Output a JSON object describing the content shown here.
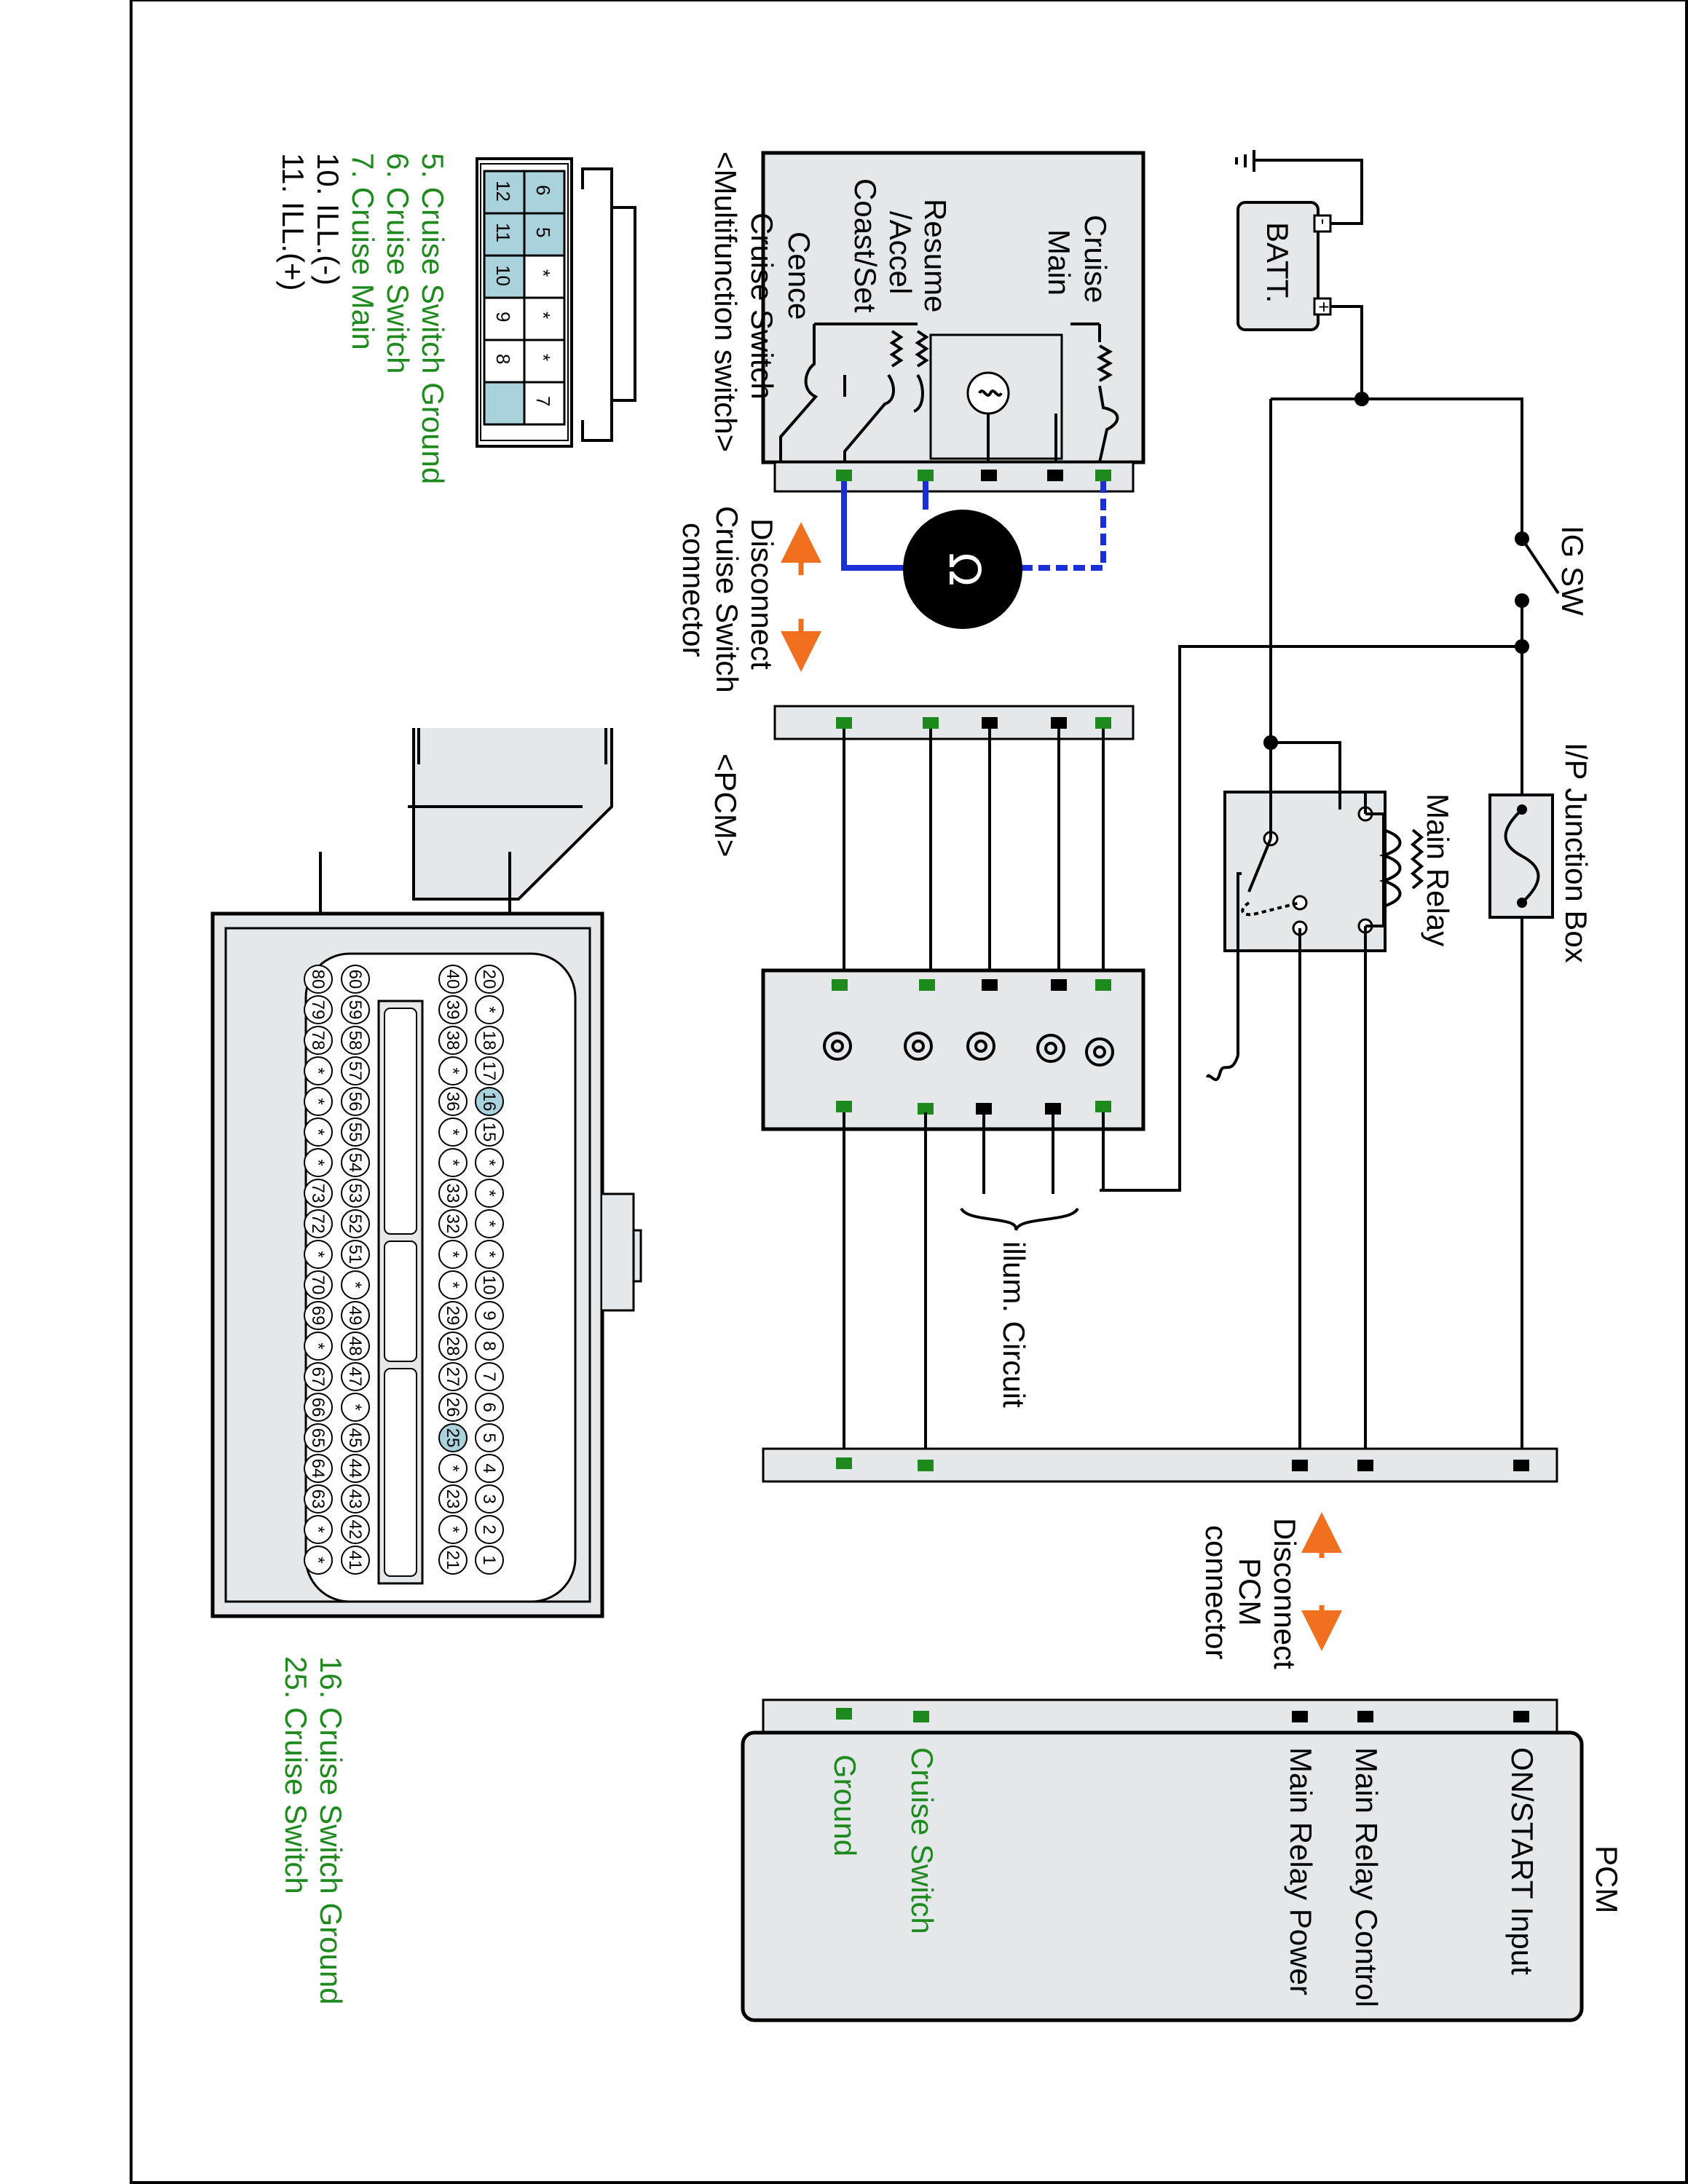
{
  "labels": {
    "batt": "BATT.",
    "batt_minus": "-",
    "batt_plus": "+",
    "ig_sw": "IG SW",
    "ip_junction_box": "I/P Junction Box",
    "main_relay": "Main Relay",
    "illum_circuit": "illum. Circuit",
    "disconnect_cruise": [
      "Disconnect",
      "Cruise Switch",
      "connector"
    ],
    "disconnect_pcm": [
      "Disconnect",
      "PCM",
      "connector"
    ],
    "cruise_switch": "Cruise Switch",
    "multifunction_switch": "<Multifunction switch>",
    "pcm_connector": "<PCM>",
    "pcm_block": "PCM",
    "sw_main": [
      "Cruise",
      "Main"
    ],
    "sw_resume": [
      "Resume",
      "/Accel",
      "Coast/Set"
    ],
    "sw_cence": "Cence"
  },
  "pcm_pins": [
    {
      "label": "ON/START Input",
      "color": "black"
    },
    {
      "label": "Main Relay Control",
      "color": "black"
    },
    {
      "label": "Main Relay Power",
      "color": "black"
    },
    {
      "label": "Cruise Switch",
      "color": "green"
    },
    {
      "label": "Ground",
      "color": "green"
    }
  ],
  "multifunction_legend": [
    {
      "text": "5. Cruise Switch Ground",
      "color": "green"
    },
    {
      "text": "6. Cruise Switch",
      "color": "green"
    },
    {
      "text": "7. Cruise Main",
      "color": "green"
    },
    {
      "text": "10. ILL.(-)",
      "color": "black"
    },
    {
      "text": "11. ILL.(+)",
      "color": "black"
    }
  ],
  "multifunction_grid": {
    "row1": [
      "6",
      "5",
      "*",
      "*",
      "*",
      "7"
    ],
    "row2": [
      "12",
      "11",
      "10",
      "9",
      "8",
      ""
    ]
  },
  "pcm_legend": [
    {
      "text": "16. Cruise Switch Ground",
      "color": "green"
    },
    {
      "text": "25. Cruise Switch",
      "color": "green"
    }
  ],
  "pcm_cavities": {
    "row_a": [
      "20",
      "*",
      "18",
      "17",
      "16",
      "15",
      "*",
      "*",
      "*",
      "*",
      "10",
      "9",
      "8",
      "7",
      "6",
      "5",
      "4",
      "3",
      "2",
      "1"
    ],
    "row_b": [
      "40",
      "39",
      "38",
      "*",
      "36",
      "*",
      "*",
      "33",
      "32",
      "*",
      "*",
      "29",
      "28",
      "27",
      "26",
      "25",
      "*",
      "23",
      "*",
      "21"
    ],
    "row_c": [
      "60",
      "59",
      "58",
      "57",
      "56",
      "55",
      "54",
      "53",
      "52",
      "51",
      "*",
      "49",
      "48",
      "47",
      "*",
      "45",
      "44",
      "43",
      "42",
      "41"
    ],
    "row_d": [
      "80",
      "79",
      "78",
      "*",
      "*",
      "*",
      "*",
      "73",
      "72",
      "*",
      "70",
      "69",
      "*",
      "67",
      "66",
      "65",
      "64",
      "63",
      "*",
      "*"
    ]
  },
  "colors": {
    "green": "#1e8a1e",
    "blue": "#1a2fd6",
    "orange": "#f07020",
    "panel": "#e4e8ea",
    "pin_highlight": "#a9d2dc"
  }
}
